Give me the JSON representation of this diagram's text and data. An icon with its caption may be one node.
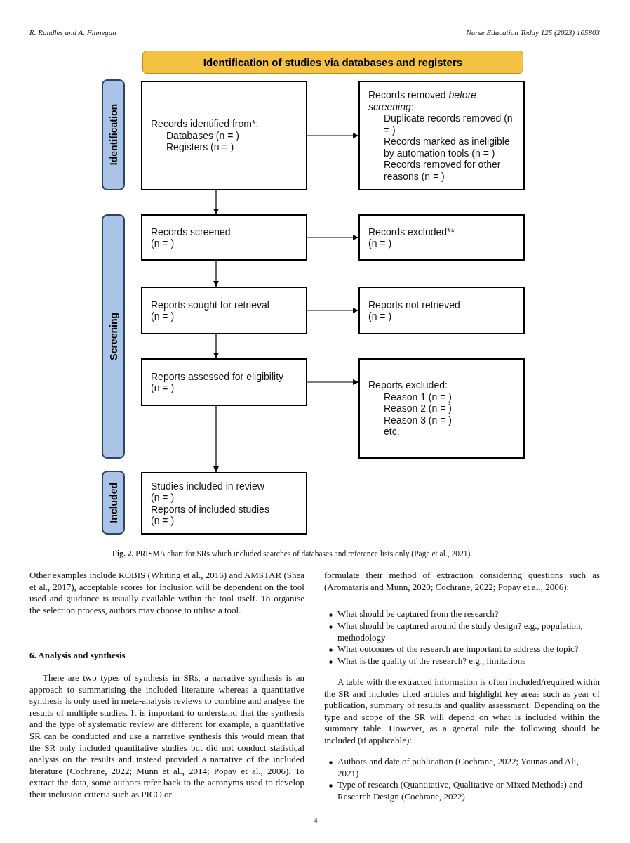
{
  "diagram": {
    "caption": "**Fig. 2.** PRISMA chart for SRs which included searches of databases and reference lists only (Page et al., 2021).",
    "nodes": [
      {
        "text": [
          "Identification of studies via databases and registers"
        ]
      },
      {
        "text": [
          "Identification"
        ]
      },
      {
        "text": [
          "Records identified from*:",
          "Databases (n = )",
          "Registers (n = )"
        ]
      },
      {
        "text": [
          "Records removed *before screening*:",
          "Duplicate records removed (n = )",
          "Records marked as ineligible by automation tools (n = )",
          "Records removed for other reasons (n = )"
        ]
      },
      {
        "text": [
          "Screening"
        ]
      },
      {
        "text": [
          "Records screened",
          "(n = )"
        ]
      },
      {
        "text": [
          "Records excluded**",
          "(n = )"
        ]
      },
      {
        "text": [
          "Reports sought for retrieval",
          "(n = )"
        ]
      },
      {
        "text": [
          "Reports not retrieved",
          "(n = )"
        ]
      },
      {
        "text": [
          "Reports assessed for eligibility",
          "(n = )"
        ]
      },
      {
        "text": [
          "Reports excluded:",
          "Reason 1 (n = )",
          "Reason 2 (n = )",
          "Reason 3 (n = )",
          "etc."
        ]
      },
      {
        "text": [
          "Included"
        ]
      },
      {
        "text": [
          "Studies included in review",
          "(n = )",
          "Reports of included studies",
          "(n = )"
        ]
      }
    ],
    "edges": [
      {
        "from": 2,
        "to": 3,
        "arrow": "to"
      },
      {
        "from": 2,
        "to": 5,
        "arrow": "to"
      },
      {
        "from": 5,
        "to": 6,
        "arrow": "to"
      },
      {
        "from": 5,
        "to": 7,
        "arrow": "to"
      },
      {
        "from": 7,
        "to": 8,
        "arrow": "to"
      },
      {
        "from": 7,
        "to": 9,
        "arrow": "to"
      },
      {
        "from": 9,
        "to": 10,
        "arrow": "to"
      },
      {
        "from": 9,
        "to": 12,
        "arrow": "to"
      }
    ],
    "labels": [
      "R. Randles and A. Finnegan",
      "Nurse Education Today 125 (2023) 105803",
      "Other examples include ROBIS (Whiting et al., 2016) and AMSTAR (Shea et al., 2017), acceptable scores for inclusion will be dependent on the tool used and guidance is usually available within the tool itself. To organise the selection process, authors may choose to utilise a tool.",
      "6. Analysis and synthesis",
      "There are two types of synthesis in SRs, a narrative synthesis is an approach to summarising the included literature whereas a quantitative synthesis is only used in meta-analysis reviews to combine and analyse the results of multiple studies. It is important to understand that the synthesis and the type of systematic review are different for example, a quantitative SR can be conducted and use a narrative synthesis this would mean that the SR only included quantitative studies but did not conduct statistical analysis on the results and instead provided a narrative of the included literature (Cochrane, 2022; Munn et al., 2014; Popay et al., 2006). To extract the data, some authors refer back to the acronyms used to develop their inclusion criteria such as PICO or",
      "formulate their method of extraction considering questions such as (Aromataris and Munn, 2020; Cochrane, 2022; Popay et al., 2006):",
      "What should be captured from the research?",
      "What should be captured around the study design? e.g., population, methodology",
      "What outcomes of the research are important to address the topic?",
      "What is the quality of the research? e.g., limitations",
      "A table with the extracted information is often included/required within the SR and includes cited articles and highlight key areas such as year of publication, summary of results and quality assessment. Depending on the type and scope of the SR will depend on what is included within the summary table. However, as a general rule the following should be included (if applicable):",
      "Authors and date of publication (Cochrane, 2022; Younas and Ali, 2021)",
      "Type of research (Quantitative, Qualitative or Mixed Methods) and Research Design (Cochrane, 2022)",
      "4"
    ]
  }
}
